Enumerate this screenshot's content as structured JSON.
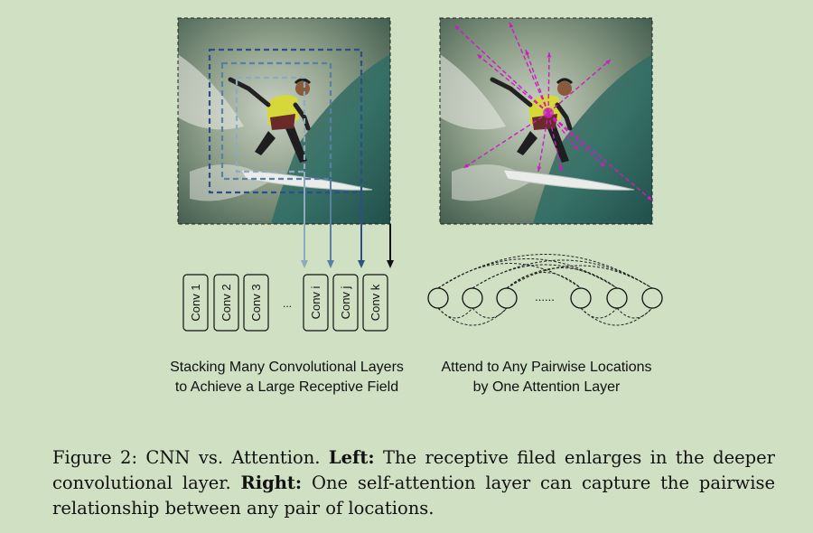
{
  "left_panel": {
    "conv_layers": [
      "Conv 1",
      "Conv 2",
      "Conv 3",
      "...",
      "Conv i",
      "Conv j",
      "Conv k"
    ],
    "subcaption": [
      "Stacking Many Convolutional Layers",
      "to Achieve a Large Receptive Field"
    ]
  },
  "right_panel": {
    "dots": "......",
    "subcaption": [
      "Attend to Any Pairwise Locations",
      "by One Attention Layer"
    ]
  },
  "caption": {
    "prefix": "Figure 2: CNN vs. Attention.",
    "left_label": "Left:",
    "left_text": "The receptive filed enlarges in the deeper convolutional layer.",
    "right_label": "Right:",
    "right_text": "One self-attention layer can capture the pairwise relationship between any pair of locations."
  },
  "colors": {
    "background": "#cfe0c3",
    "magenta": "#c81fc0",
    "box_light": "#8fa9bf",
    "box_mid": "#5a7fa6",
    "box_dark": "#2d4e86"
  }
}
